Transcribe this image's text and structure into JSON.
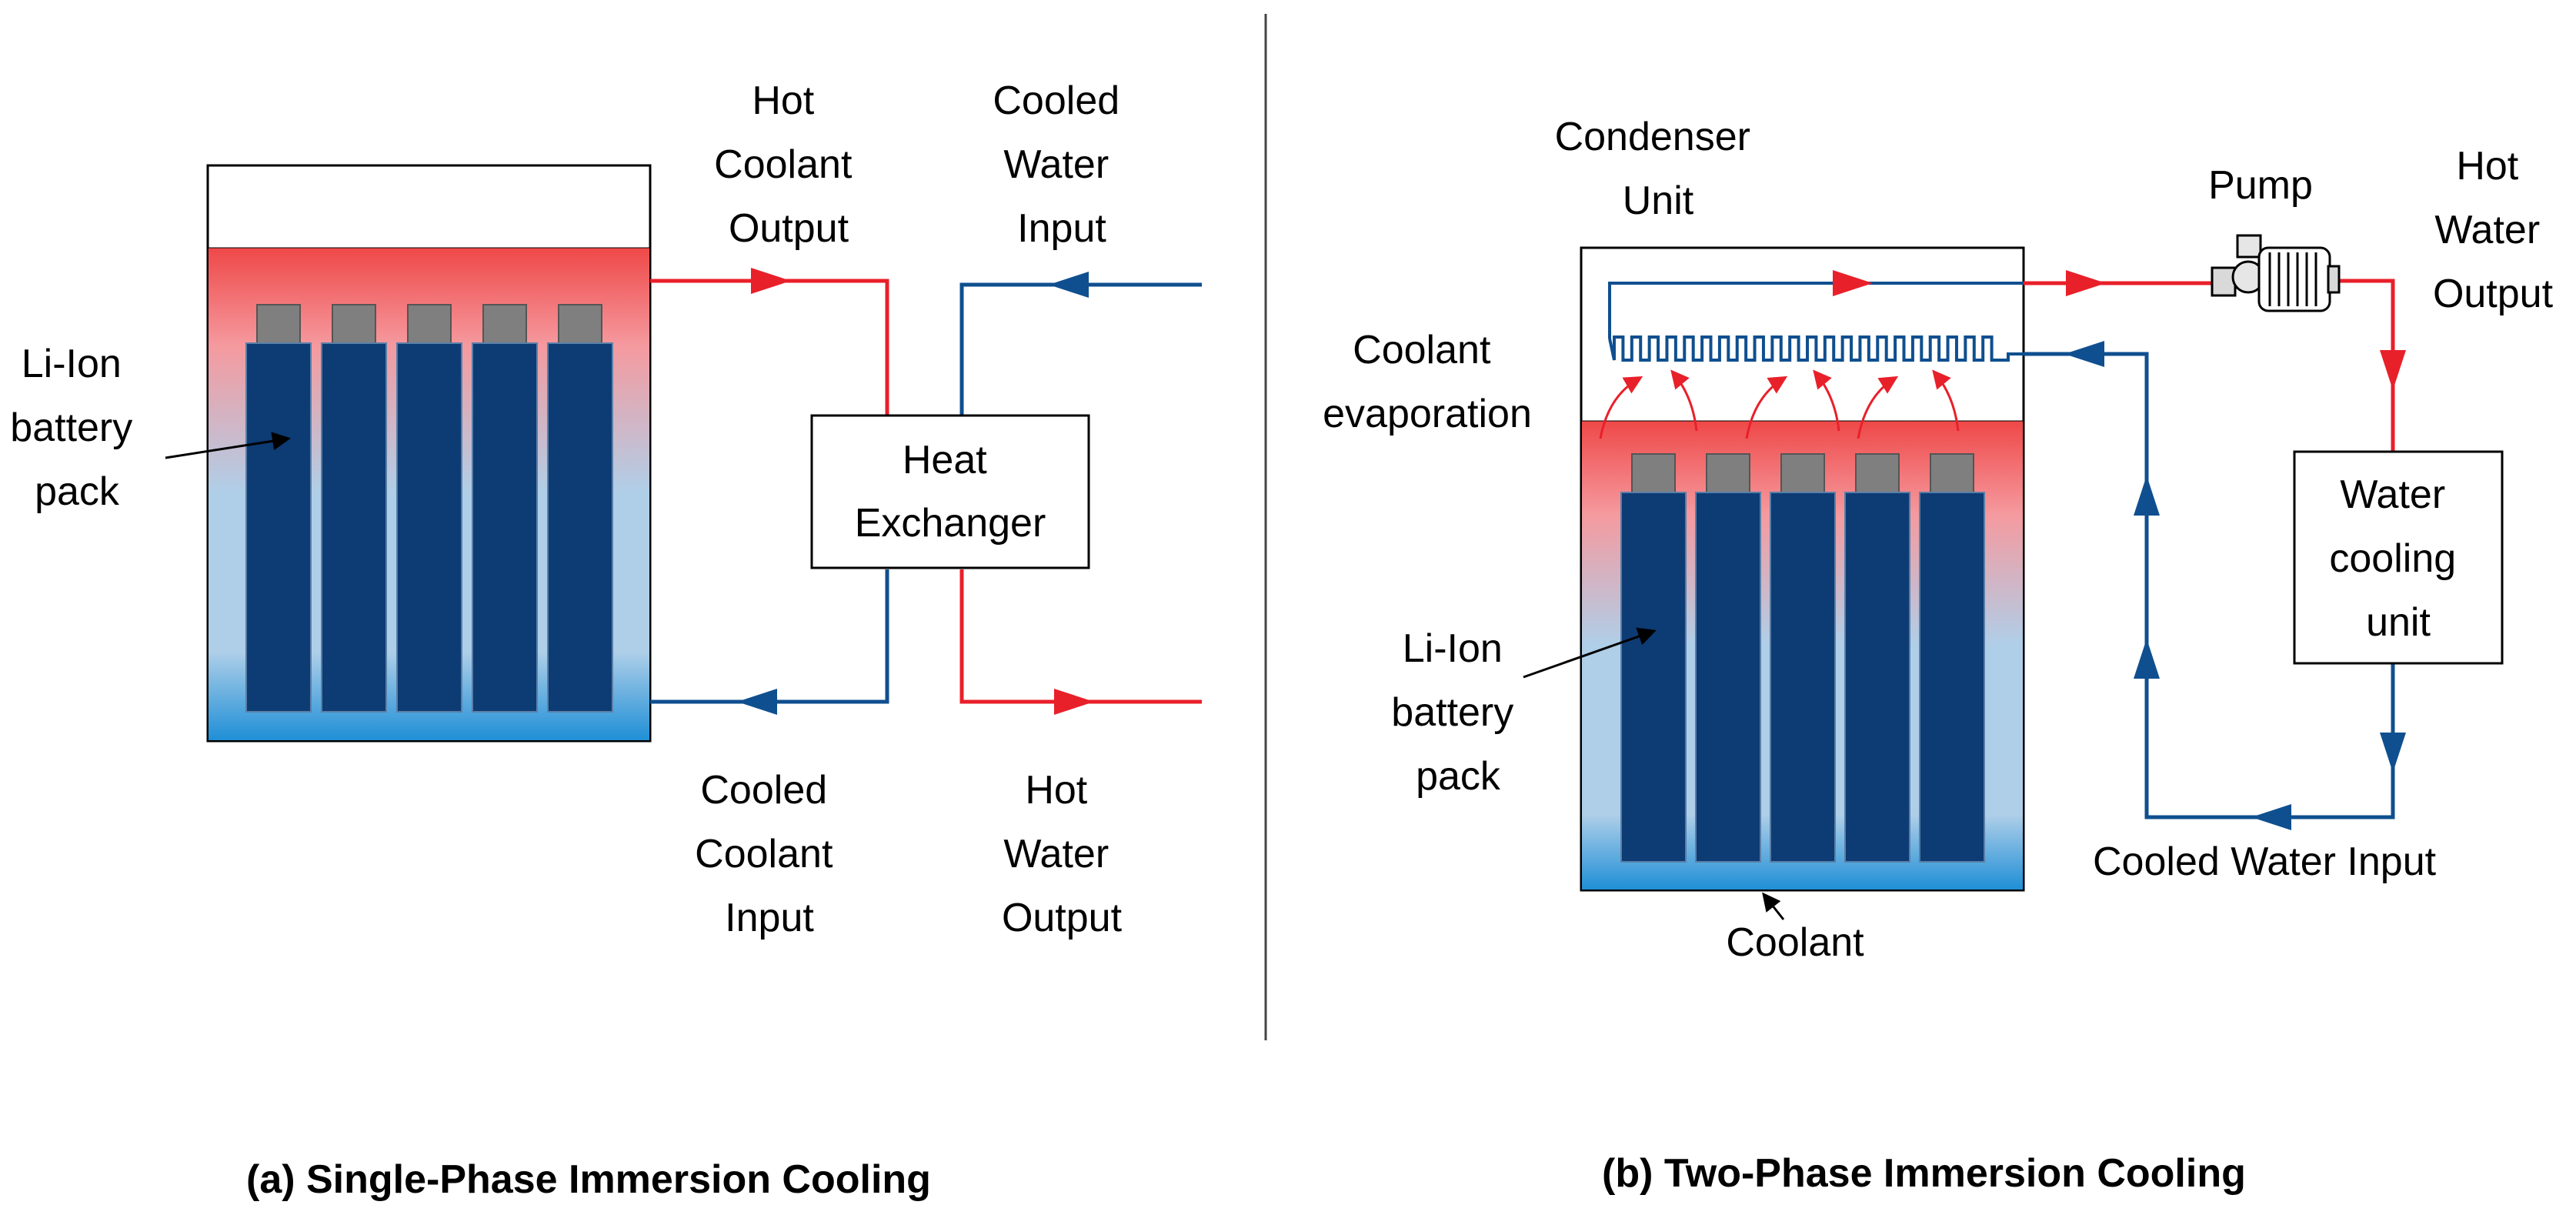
{
  "colors": {
    "hot": "#e8202a",
    "cold": "#0f4f8f",
    "cell": "#0d3b73",
    "terminal": "#7f7f7f",
    "coolant_top": "#ef4848",
    "coolant_mid": "#afcfe9",
    "coolant_bottom": "#1f8fd6",
    "outline": "#000000"
  },
  "panel_a": {
    "caption": "(a) Single-Phase Immersion Cooling",
    "hot_coolant_output": [
      "Hot",
      "Coolant",
      "Output"
    ],
    "cooled_water_input": [
      "Cooled",
      "Water",
      "Input"
    ],
    "battery_pack": [
      "Li-Ion",
      "battery",
      "pack"
    ],
    "heat_exchanger": [
      "Heat",
      "Exchanger"
    ],
    "cooled_coolant_input": [
      "Cooled",
      "Coolant",
      "Input"
    ],
    "hot_water_output": [
      "Hot",
      "Water",
      "Output"
    ],
    "cell_count": 5
  },
  "panel_b": {
    "caption": "(b) Two-Phase Immersion Cooling",
    "condenser_unit": [
      "Condenser",
      "Unit"
    ],
    "pump": "Pump",
    "hot_water_output": [
      "Hot",
      "Water",
      "Output"
    ],
    "coolant_evaporation": [
      "Coolant",
      "evaporation"
    ],
    "water_cooling_unit": [
      "Water",
      "cooling",
      "unit"
    ],
    "battery_pack": [
      "Li-Ion",
      "battery",
      "pack"
    ],
    "cooled_water_input": "Cooled Water Input",
    "coolant": "Coolant",
    "cell_count": 5
  }
}
